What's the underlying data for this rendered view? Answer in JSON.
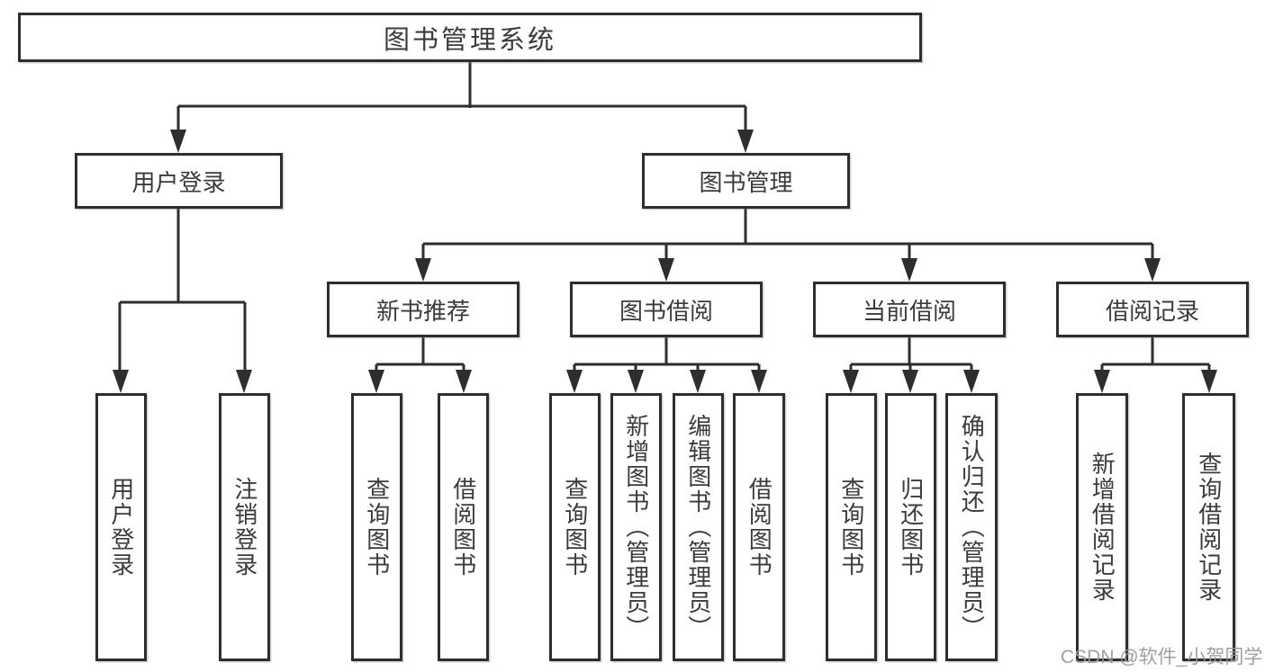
{
  "diagram": {
    "title": "图书管理系统",
    "branches": [
      {
        "label": "用户登录",
        "leaves": [
          "用户登录",
          "注销登录"
        ]
      },
      {
        "label": "图书管理",
        "sections": [
          {
            "label": "新书推荐",
            "leaves": [
              "查询图书",
              "借阅图书"
            ]
          },
          {
            "label": "图书借阅",
            "leaves": [
              "查询图书",
              "新增图书（管理员）",
              "编辑图书（管理员）",
              "借阅图书"
            ]
          },
          {
            "label": "当前借阅",
            "leaves": [
              "查询图书",
              "归还图书",
              "确认归还（管理员）"
            ]
          },
          {
            "label": "借阅记录",
            "leaves": [
              "新增借阅记录",
              "查询借阅记录"
            ]
          }
        ]
      }
    ]
  },
  "watermark": "CSDN @软件_小贺同学",
  "colors": {
    "line": "#2e2e2e",
    "box_border": "#2e2e2e",
    "text": "#3b3b3b",
    "watermark": "#989898",
    "background": "#ffffff"
  }
}
